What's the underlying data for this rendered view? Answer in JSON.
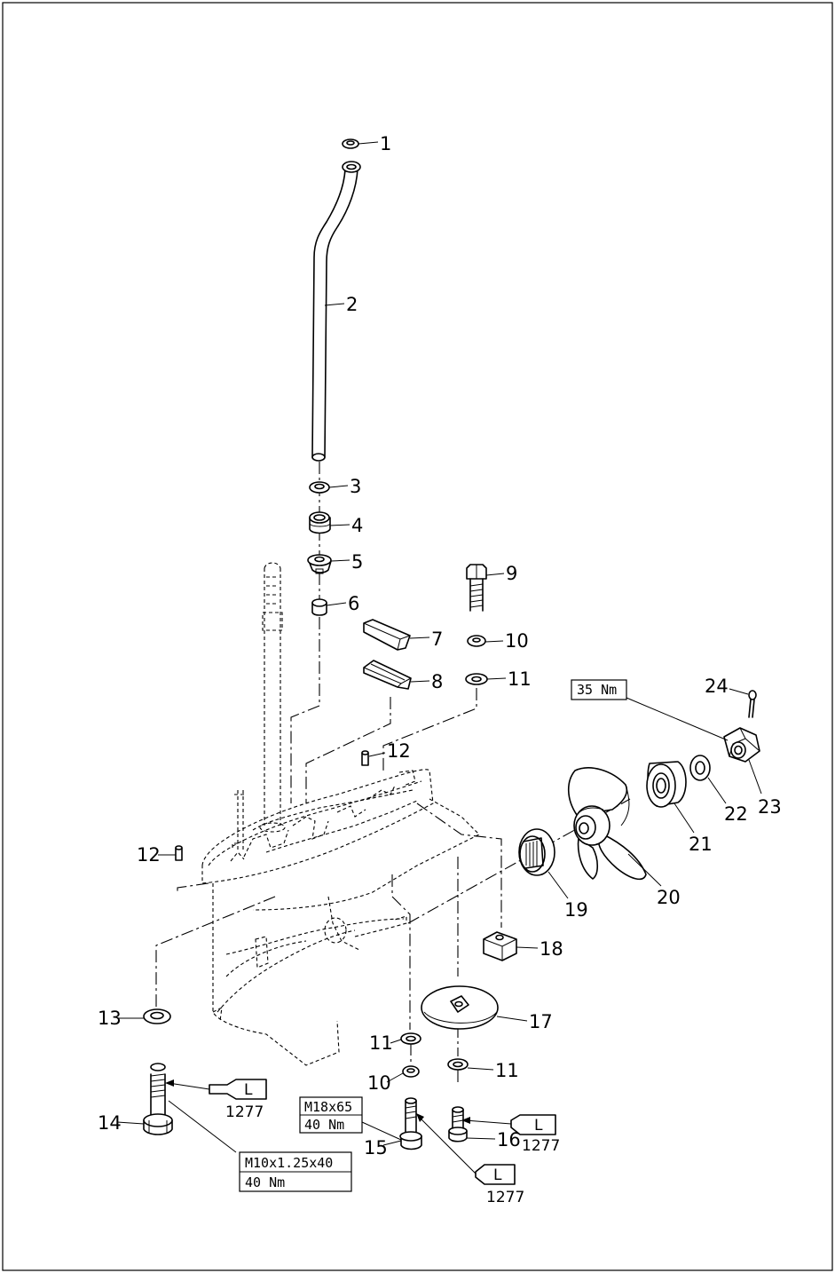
{
  "callouts": [
    {
      "id": "1",
      "label": "1"
    },
    {
      "id": "2",
      "label": "2"
    },
    {
      "id": "3",
      "label": "3"
    },
    {
      "id": "4",
      "label": "4"
    },
    {
      "id": "5",
      "label": "5"
    },
    {
      "id": "6",
      "label": "6"
    },
    {
      "id": "7",
      "label": "7"
    },
    {
      "id": "8",
      "label": "8"
    },
    {
      "id": "9",
      "label": "9"
    },
    {
      "id": "10a",
      "label": "10"
    },
    {
      "id": "10b",
      "label": "10"
    },
    {
      "id": "11a",
      "label": "11"
    },
    {
      "id": "11b",
      "label": "11"
    },
    {
      "id": "11c",
      "label": "11"
    },
    {
      "id": "12a",
      "label": "12"
    },
    {
      "id": "12b",
      "label": "12"
    },
    {
      "id": "13",
      "label": "13"
    },
    {
      "id": "14",
      "label": "14"
    },
    {
      "id": "15",
      "label": "15"
    },
    {
      "id": "16",
      "label": "16"
    },
    {
      "id": "17",
      "label": "17"
    },
    {
      "id": "18",
      "label": "18"
    },
    {
      "id": "19",
      "label": "19"
    },
    {
      "id": "20",
      "label": "20"
    },
    {
      "id": "21",
      "label": "21"
    },
    {
      "id": "22",
      "label": "22"
    },
    {
      "id": "23",
      "label": "23"
    },
    {
      "id": "24",
      "label": "24"
    }
  ],
  "spec_boxes": {
    "prop_nut_torque": "35 Nm",
    "bolt14_size": "M10x1.25x40",
    "bolt14_torque": "40 Nm",
    "bolt15_size": "M18x65",
    "bolt15_torque": "40 Nm"
  },
  "chemicals": {
    "bolt14": {
      "letter": "L",
      "code": "1277"
    },
    "bolt15": {
      "letter": "L",
      "code": "1277"
    },
    "bolt16": {
      "letter": "L",
      "code": "1277"
    }
  },
  "colors": {
    "ink": "#000000",
    "paper": "#ffffff"
  }
}
